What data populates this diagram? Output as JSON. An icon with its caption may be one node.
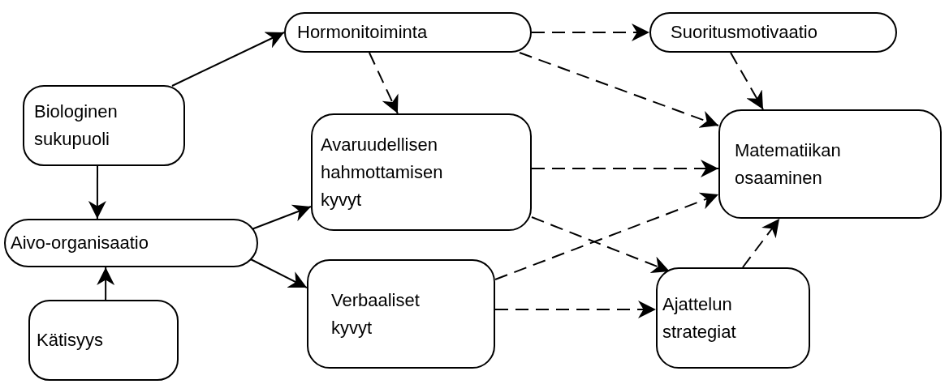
{
  "diagram": {
    "nodes": [
      {
        "text": [
          "Hormonitoiminta"
        ]
      },
      {
        "text": [
          "Suoritusmotivaatio"
        ]
      },
      {
        "text": [
          "Biologinen sukupuoli"
        ]
      },
      {
        "text": [
          "Avaruudellisen hahmottamisen kyvyt"
        ]
      },
      {
        "text": [
          "Matematiikan osaaminen"
        ]
      },
      {
        "text": [
          "Aivo-organisaatio"
        ]
      },
      {
        "text": [
          "Verbaaliset kyvyt"
        ]
      },
      {
        "text": [
          "Ajattelun strategiat"
        ]
      },
      {
        "text": [
          "Kätisyys"
        ]
      }
    ],
    "edges": [
      {
        "from": 2,
        "to": 0,
        "arrow": "to"
      },
      {
        "from": 2,
        "to": 5,
        "arrow": "to"
      },
      {
        "from": 8,
        "to": 5,
        "arrow": "to"
      },
      {
        "from": 5,
        "to": 3,
        "arrow": "to"
      },
      {
        "from": 5,
        "to": 6,
        "arrow": "to"
      },
      {
        "from": 0,
        "to": 1,
        "arrow": "to",
        "style": "dashed"
      },
      {
        "from": 0,
        "to": 3,
        "arrow": "to",
        "style": "dashed"
      },
      {
        "from": 0,
        "to": 4,
        "arrow": "to",
        "style": "dashed"
      },
      {
        "from": 1,
        "to": 4,
        "arrow": "to",
        "style": "dashed"
      },
      {
        "from": 3,
        "to": 4,
        "arrow": "to",
        "style": "dashed"
      },
      {
        "from": 3,
        "to": 7,
        "arrow": "to",
        "style": "dashed"
      },
      {
        "from": 6,
        "to": 4,
        "arrow": "to",
        "style": "dashed"
      },
      {
        "from": 6,
        "to": 7,
        "arrow": "to",
        "style": "dashed"
      },
      {
        "from": 7,
        "to": 4,
        "arrow": "to",
        "style": "dashed"
      }
    ]
  }
}
